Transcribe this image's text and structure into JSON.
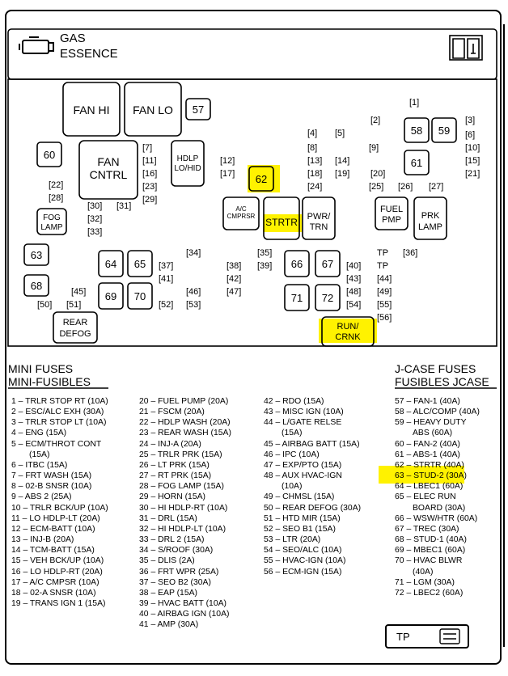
{
  "header": {
    "line1": "GAS",
    "line2": "ESSENCE"
  },
  "boxes": {
    "fan_hi": "FAN HI",
    "fan_lo": "FAN LO",
    "fan_cntrl_1": "FAN",
    "fan_cntrl_2": "CNTRL",
    "hdlp_1": "HDLP",
    "hdlp_2": "LO/HID",
    "ac_1": "A/C",
    "ac_2": "CMPRSR",
    "strtr": "STRTR",
    "pwr_1": "PWR/",
    "pwr_2": "TRN",
    "fuel_1": "FUEL",
    "fuel_2": "PMP",
    "prk_1": "PRK",
    "prk_2": "LAMP",
    "fog_1": "FOG",
    "fog_2": "LAMP",
    "rear_1": "REAR",
    "rear_2": "DEFOG",
    "run_1": "RUN/",
    "run_2": "CRNK",
    "n57": "57",
    "n58": "58",
    "n59": "59",
    "n60": "60",
    "n61": "61",
    "n62": "62",
    "n63": "63",
    "n64": "64",
    "n65": "65",
    "n66": "66",
    "n67": "67",
    "n68": "68",
    "n69": "69",
    "n70": "70",
    "n71": "71",
    "n72": "72"
  },
  "slot_labels": [
    "[1]",
    "[2]",
    "[3]",
    "[4]",
    "[5]",
    "[6]",
    "[7]",
    "[8]",
    "[9]",
    "[10]",
    "[11]",
    "[12]",
    "[13]",
    "[14]",
    "[15]",
    "[16]",
    "[17]",
    "[18]",
    "[19]",
    "[20]",
    "[21]",
    "[22]",
    "[23]",
    "[24]",
    "[25]",
    "[26]",
    "[27]",
    "[28]",
    "[29]",
    "[30]",
    "[31]",
    "[32]",
    "[33]",
    "[34]",
    "[35]",
    "[36]",
    "[37]",
    "[38]",
    "[39]",
    "[40]",
    "[41]",
    "[42]",
    "[43]",
    "[44]",
    "[45]",
    "[46]",
    "[47]",
    "[48]",
    "[49]",
    "[50]",
    "[51]",
    "[52]",
    "[53]",
    "[54]",
    "[55]",
    "[56]",
    "TP",
    "TP"
  ],
  "legend": {
    "mini_title_1": "MINI FUSES",
    "mini_title_2": "MINI-FUSIBLES",
    "jcase_title_1": "J-CASE FUSES",
    "jcase_title_2": "FUSIBLES JCASE",
    "tp_label": "TP",
    "col1": [
      "1 – TRLR STOP RT (10A)",
      "2 – ESC/ALC EXH (30A)",
      "3 – TRLR STOP LT (10A)",
      "4 – ENG (15A)",
      "5 – ECM/THROT CONT",
      "(15A)",
      "6 – ITBC (15A)",
      "7 – FRT WASH (15A)",
      "8 – 02-B SNSR (10A)",
      "9 – ABS 2 (25A)",
      "10 – TRLR BCK/UP (10A)",
      "11 – LO HDLP-LT (20A)",
      "12 – ECM-BATT (10A)",
      "13 – INJ-B (20A)",
      "14 – TCM-BATT (15A)",
      "15 – VEH BCK/UP (10A)",
      "16 – LO HDLP-RT (20A)",
      "17 – A/C CMPSR (10A)",
      "18 – 02-A SNSR (10A)",
      "19 – TRANS IGN 1 (15A)"
    ],
    "col2": [
      "20 – FUEL PUMP (20A)",
      "21 – FSCM (20A)",
      "22 – HDLP WASH (20A)",
      "23 – REAR WASH (15A)",
      "24 – INJ-A (20A)",
      "25 – TRLR PRK (15A)",
      "26 – LT PRK (15A)",
      "27 – RT PRK (15A)",
      "28 – FOG LAMP (15A)",
      "29 – HORN (15A)",
      "30 – HI HDLP-RT (10A)",
      "31 – DRL (15A)",
      "32 – HI HDLP-LT (10A)",
      "33 – DRL 2 (15A)",
      "34 – S/ROOF (30A)",
      "35 – DLIS (2A)",
      "36 – FRT WPR (25A)",
      "37 – SEO B2 (30A)",
      "38 – EAP (15A)",
      "39 – HVAC BATT (10A)",
      "40 – AIRBAG IGN (10A)",
      "41 – AMP (30A)"
    ],
    "col3": [
      "42 – RDO (15A)",
      "43 – MISC IGN (10A)",
      "44 – L/GATE RELSE",
      "(15A)",
      "45 – AIRBAG BATT (15A)",
      "46 – IPC (10A)",
      "47 – EXP/PTO (15A)",
      "48 – AUX HVAC-IGN",
      "(10A)",
      "49 – CHMSL (15A)",
      "50 – REAR DEFOG (30A)",
      "51 – HTD MIR (15A)",
      "52 – SEO B1 (15A)",
      "53 – LTR (20A)",
      "54 – SEO/ALC (10A)",
      "55 – HVAC-IGN (10A)",
      "56 – ECM-IGN (15A)"
    ],
    "col4": [
      "57 – FAN-1 (40A)",
      "58 – ALC/COMP (40A)",
      "59 –   HEAVY DUTY",
      "ABS (60A)",
      "60 – FAN-2 (40A)",
      "61 – ABS-1 (40A)",
      "62 – STRTR (40A)",
      "63 – STUD-2 (30A)",
      "64 – LBEC1 (60A)",
      "65 –   ELEC RUN",
      "BOARD (30A)",
      "66 – WSW/HTR (60A)",
      "67 – TREC (30A)",
      "68 – STUD-1 (40A)",
      "69 – MBEC1 (60A)",
      "70 – HVAC BLWR",
      "(40A)",
      "71 – LGM (30A)",
      "72 – LBEC2 (60A)"
    ]
  },
  "colors": {
    "highlight": "#fff200",
    "line": "#000000",
    "background": "#ffffff"
  },
  "icons": [
    "engine-icon",
    "manual-book-icon",
    "fuse-tp-icon"
  ]
}
